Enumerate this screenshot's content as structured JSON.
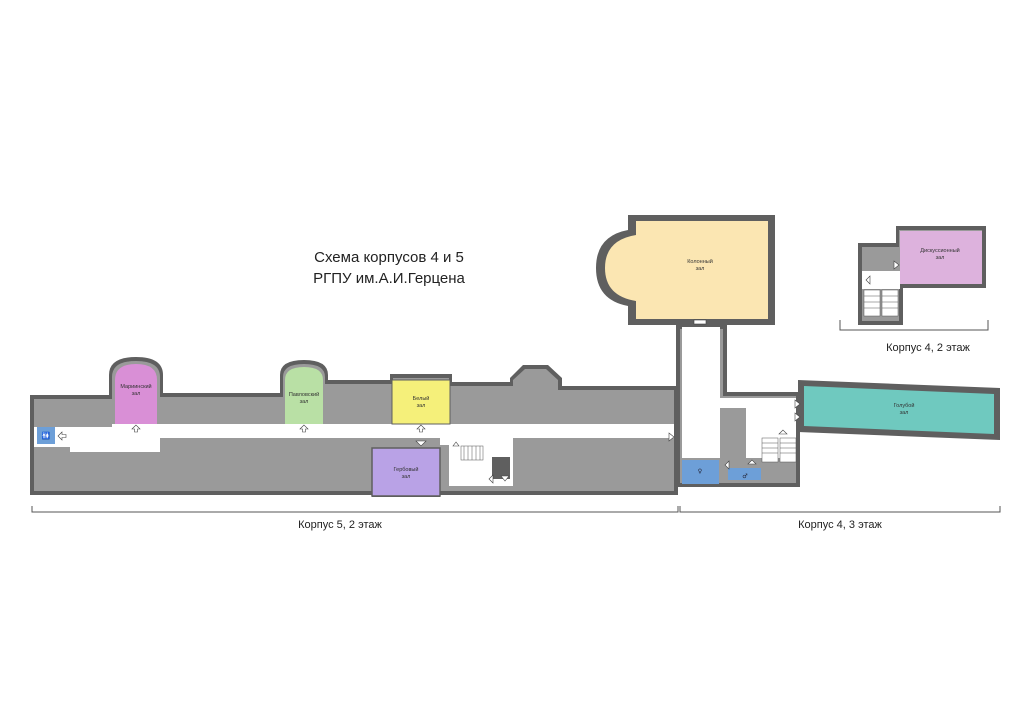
{
  "title": {
    "line1": "Схема корпусов 4 и 5",
    "line2": "РГПУ им.А.И.Герцена"
  },
  "rooms": {
    "mariinsky": {
      "line1": "Мариинский",
      "line2": "зал",
      "color": "#d98fd6"
    },
    "pavlovsky": {
      "line1": "Павловский",
      "line2": "зал",
      "color": "#b9e0a5"
    },
    "bely": {
      "line1": "Белый",
      "line2": "зал",
      "color": "#f5f07a"
    },
    "gerbovy": {
      "line1": "Гербовый",
      "line2": "зал",
      "color": "#b9a2e6"
    },
    "kolonny": {
      "line1": "Колонный",
      "line2": "зал",
      "color": "#fbe6b2"
    },
    "goluboy": {
      "line1": "Голубой",
      "line2": "зал",
      "color": "#6fc9bf"
    },
    "diskussionny": {
      "line1": "Дискуссионный",
      "line2": "зал",
      "color": "#ddb2dd"
    }
  },
  "wc": {
    "color": "#6d9fd8"
  },
  "captions": {
    "korpus5": "Корпус 5, 2 этаж",
    "korpus4_3": "Корпус 4, 3 этаж",
    "korpus4_2": "Корпус 4, 2 этаж"
  },
  "colors": {
    "wall": "#5f5f5f",
    "floor": "#9a9a9a",
    "corridor": "#ffffff"
  }
}
